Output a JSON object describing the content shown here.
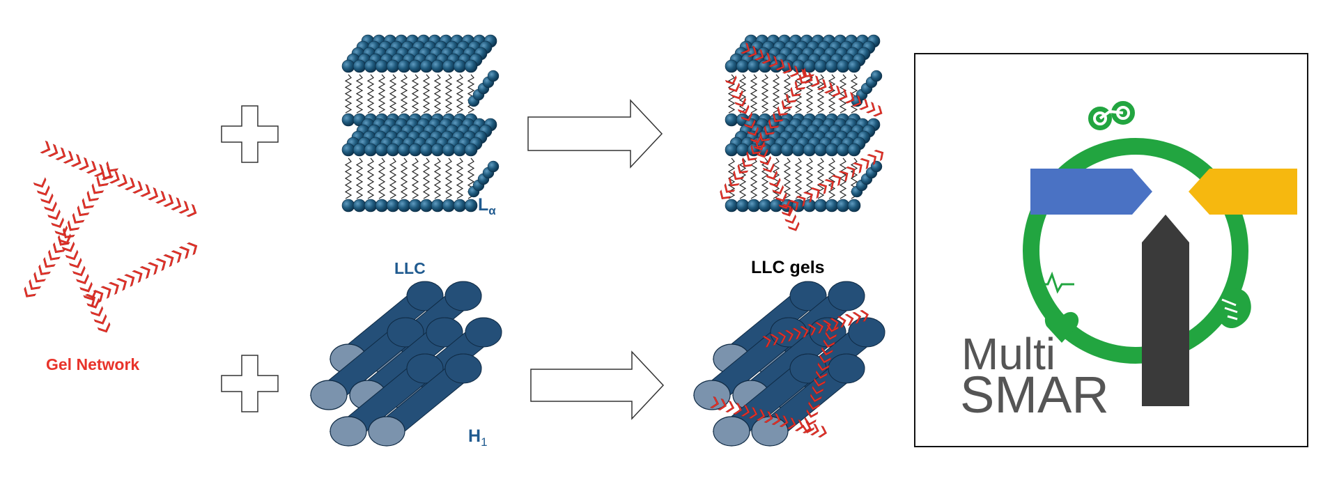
{
  "labels": {
    "gel_network": "Gel Network",
    "llc": "LLC",
    "llc_gels": "LLC gels",
    "l_alpha_main": "L",
    "l_alpha_sub": "α",
    "h1_main": "H",
    "h1_sub": "1"
  },
  "logo": {
    "line1": "Multi",
    "line2": "SMAR"
  },
  "colors": {
    "gel_red": "#e8332a",
    "lipid_blue": "#1f5a7d",
    "cylinder_blue": "#244f78",
    "cylinder_end": "#7b93ad",
    "llc_label": "#1f5a8f",
    "logo_green": "#22a540",
    "logo_blue": "#4a72c4",
    "logo_yellow": "#f6b80f",
    "logo_dark": "#3a3a3a"
  }
}
